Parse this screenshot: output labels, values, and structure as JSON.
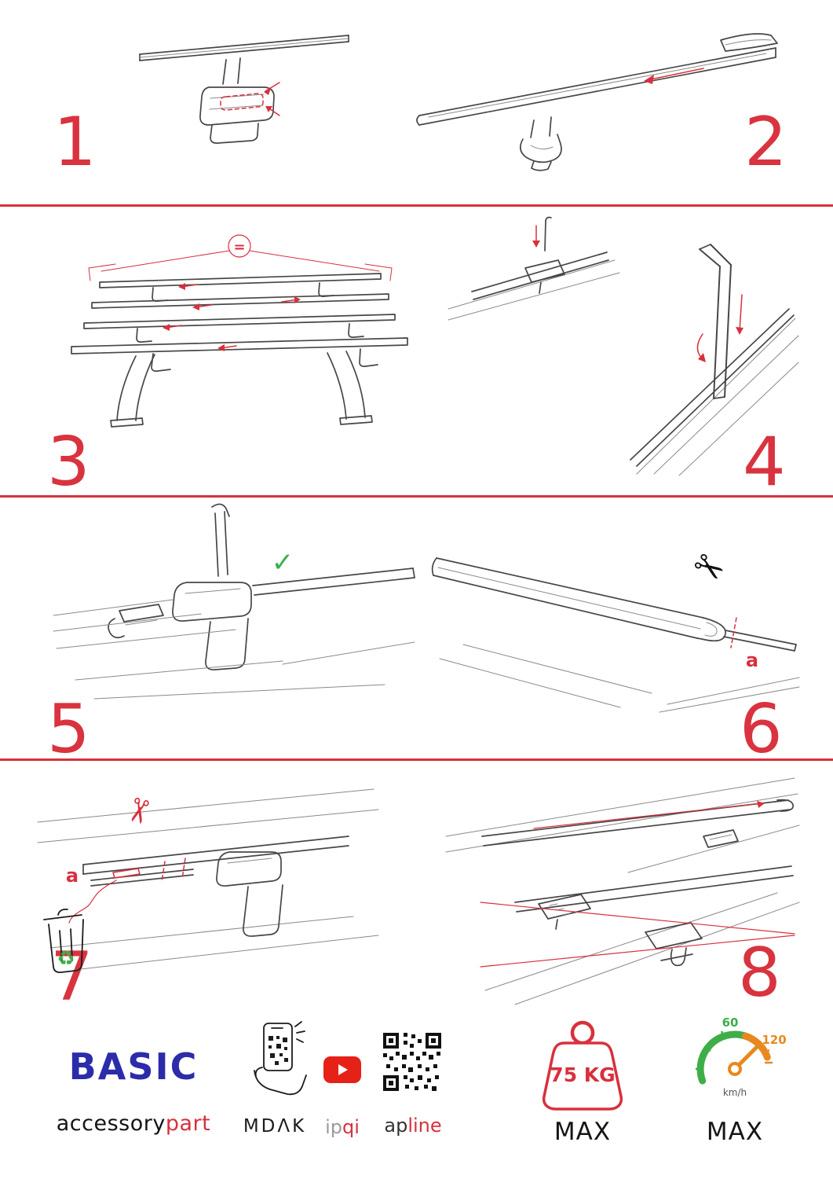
{
  "page": {
    "background": "#ffffff",
    "accent_red": "#d8303d",
    "brand_blue": "#2c2cab",
    "green": "#3fae49",
    "orange": "#e8881e"
  },
  "steps": {
    "s1": {
      "number": "1"
    },
    "s2": {
      "number": "2"
    },
    "s3": {
      "number": "3",
      "equal_label": "="
    },
    "s4": {
      "number": "4"
    },
    "s5": {
      "number": "5",
      "check": "✓"
    },
    "s6": {
      "number": "6",
      "label_a": "a"
    },
    "s7": {
      "number": "7",
      "label_a": "a"
    },
    "s8": {
      "number": "8"
    }
  },
  "icons": {
    "scissors": "✂",
    "recycle": "♻"
  },
  "footer": {
    "brand": "BASIC",
    "brand_black": "accessory",
    "brand_red": "part",
    "mdak": "MDΛK",
    "ip": "ip",
    "qi": "qi",
    "ap": "ap",
    "line": "line",
    "weight_value": "75 KG",
    "weight_max": "MAX",
    "speed_60": "60",
    "speed_120": "120",
    "speed_unit": "km/h",
    "speed_max": "MAX"
  }
}
